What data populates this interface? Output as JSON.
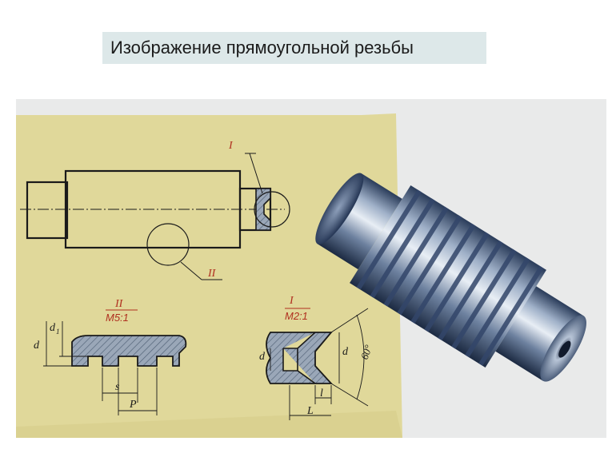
{
  "slide_title": "Изображение прямоугольной резьбы",
  "drawing": {
    "view_label_1": "I",
    "view_label_2": "II",
    "detail_2_title_top": "II",
    "detail_2_title_scale": "M5:1",
    "detail_1_title_top": "I",
    "detail_1_title_scale": "M2:1",
    "dim_d": "d",
    "dim_d1": "d",
    "dim_d1_sub": "1",
    "dim_s": "s",
    "dim_p": "P",
    "dim_l_small": "l",
    "dim_l_big": "L",
    "dim_angle": "60°"
  },
  "colors": {
    "paper": "#e0d89a",
    "hatch": "#7a8aa0",
    "line": "#1a1a1a",
    "dim_line": "#c0392b"
  }
}
